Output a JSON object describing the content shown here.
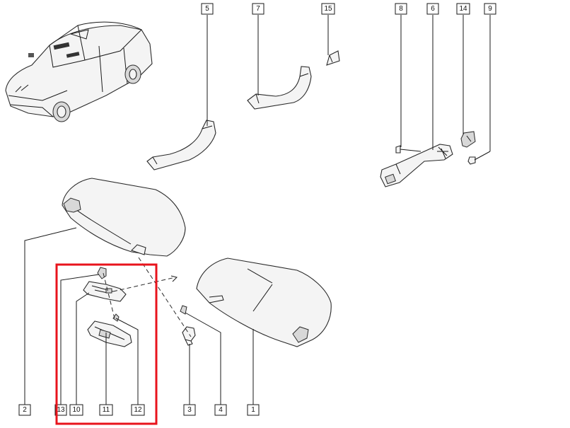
{
  "callouts": {
    "c1": "1",
    "c2": "2",
    "c3": "3",
    "c4": "4",
    "c5": "5",
    "c6": "6",
    "c7": "7",
    "c8": "8",
    "c9": "9",
    "c10": "10",
    "c11": "11",
    "c12": "12",
    "c14": "14",
    "c15": "15"
  },
  "colors": {
    "highlight": "#e8141c",
    "line": "#1a1a1a"
  },
  "icons": {
    "car": "sedan-car-icon"
  }
}
